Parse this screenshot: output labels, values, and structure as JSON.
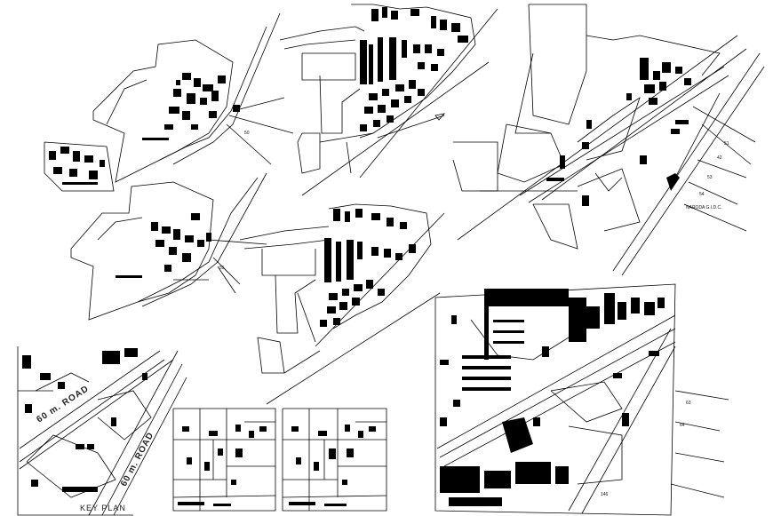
{
  "labels": {
    "plot_50": "50",
    "plot_55": "55",
    "plot_51": "51",
    "plot_42": "42",
    "plot_53": "53",
    "plot_54": "54",
    "naroda": "NARODA G.I.D.C.",
    "plot_63": "63",
    "plot_64": "64",
    "plot_b_146": "146",
    "road_1": "60 m. ROAD",
    "road_2": "60 m. ROAD",
    "key_plan": "KEY PLAN"
  },
  "colors": {
    "ink": "#000000",
    "paper": "#ffffff"
  }
}
